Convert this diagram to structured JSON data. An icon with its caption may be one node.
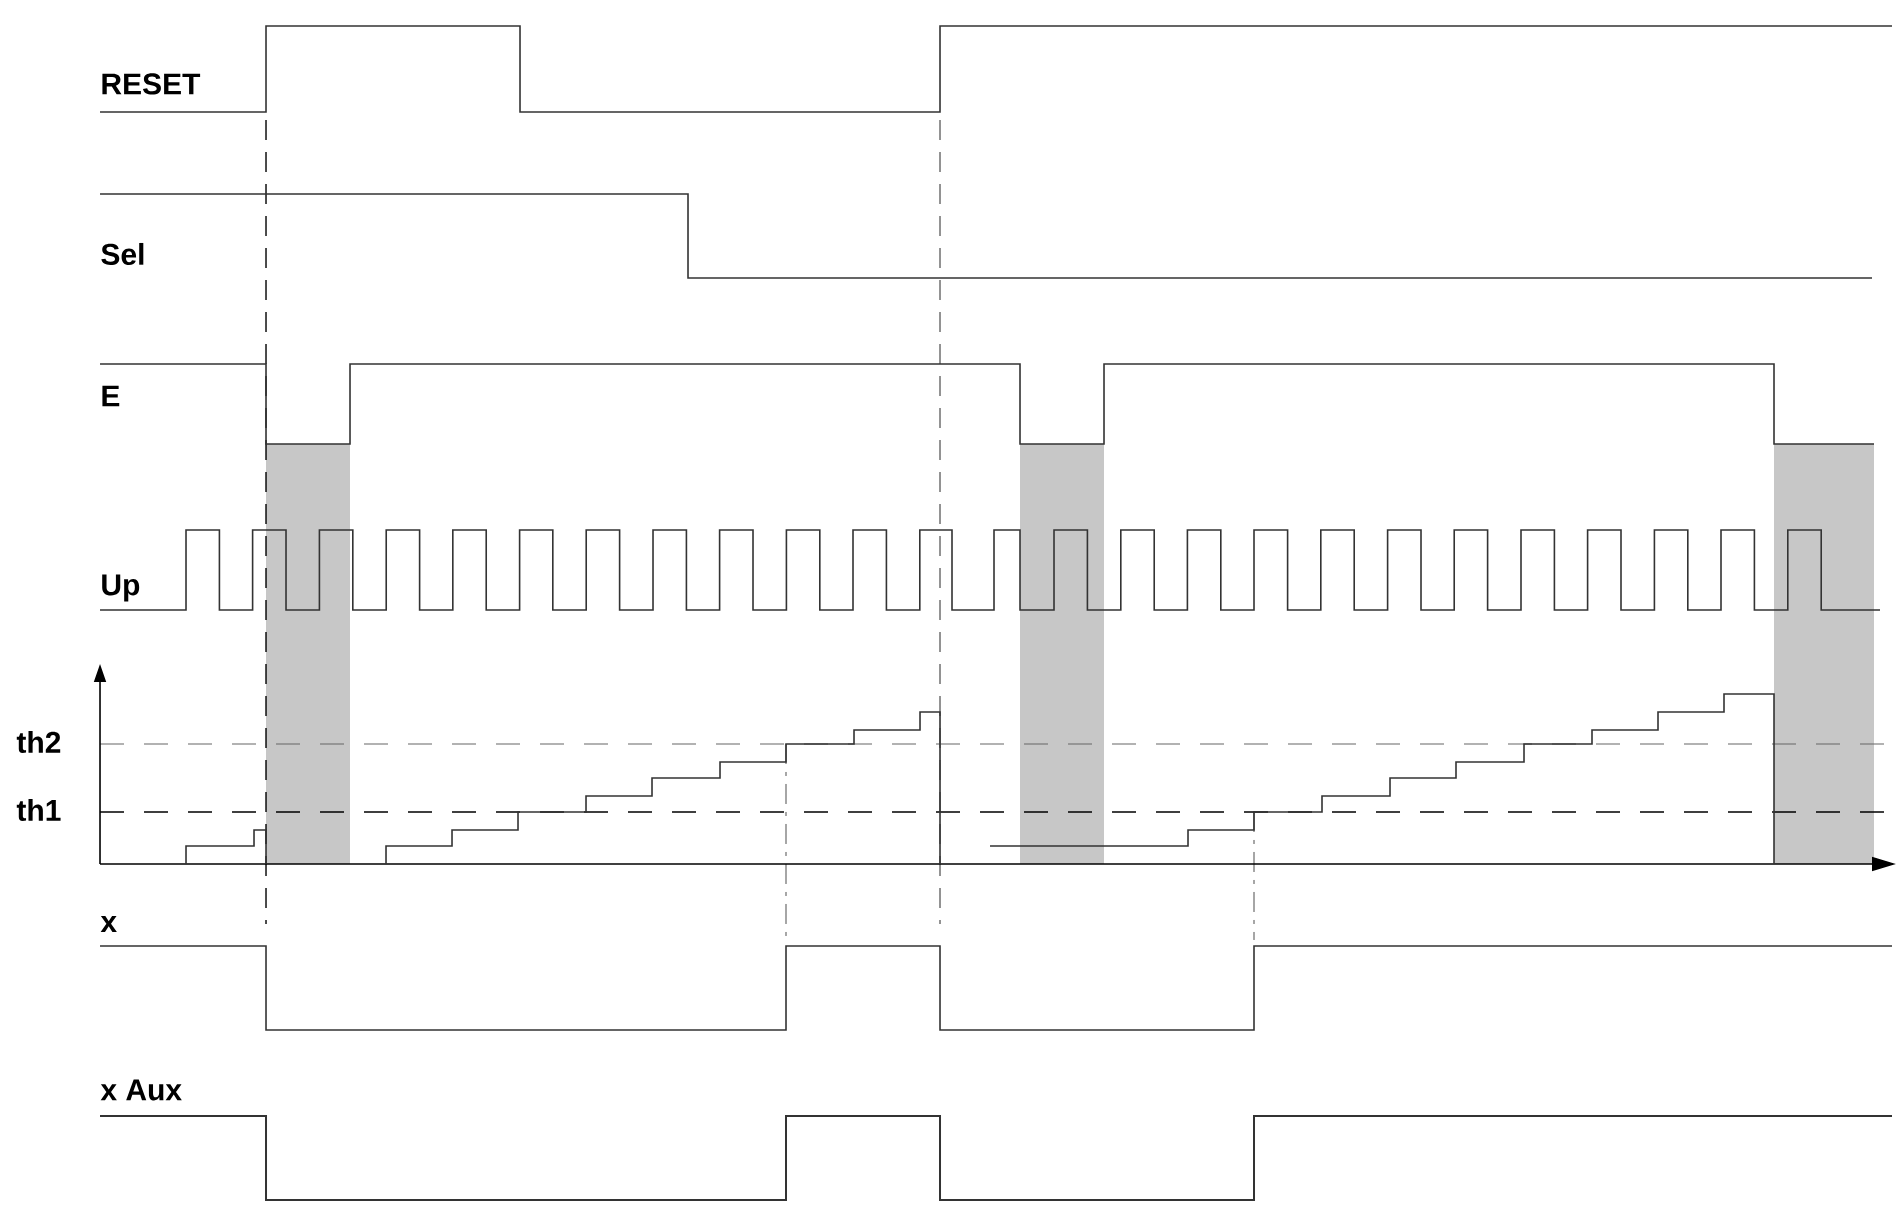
{
  "diagram": {
    "labels": [
      "RESET",
      "Sel",
      "E",
      "Up",
      "th2",
      "th1",
      "x",
      "x Aux"
    ]
  }
}
